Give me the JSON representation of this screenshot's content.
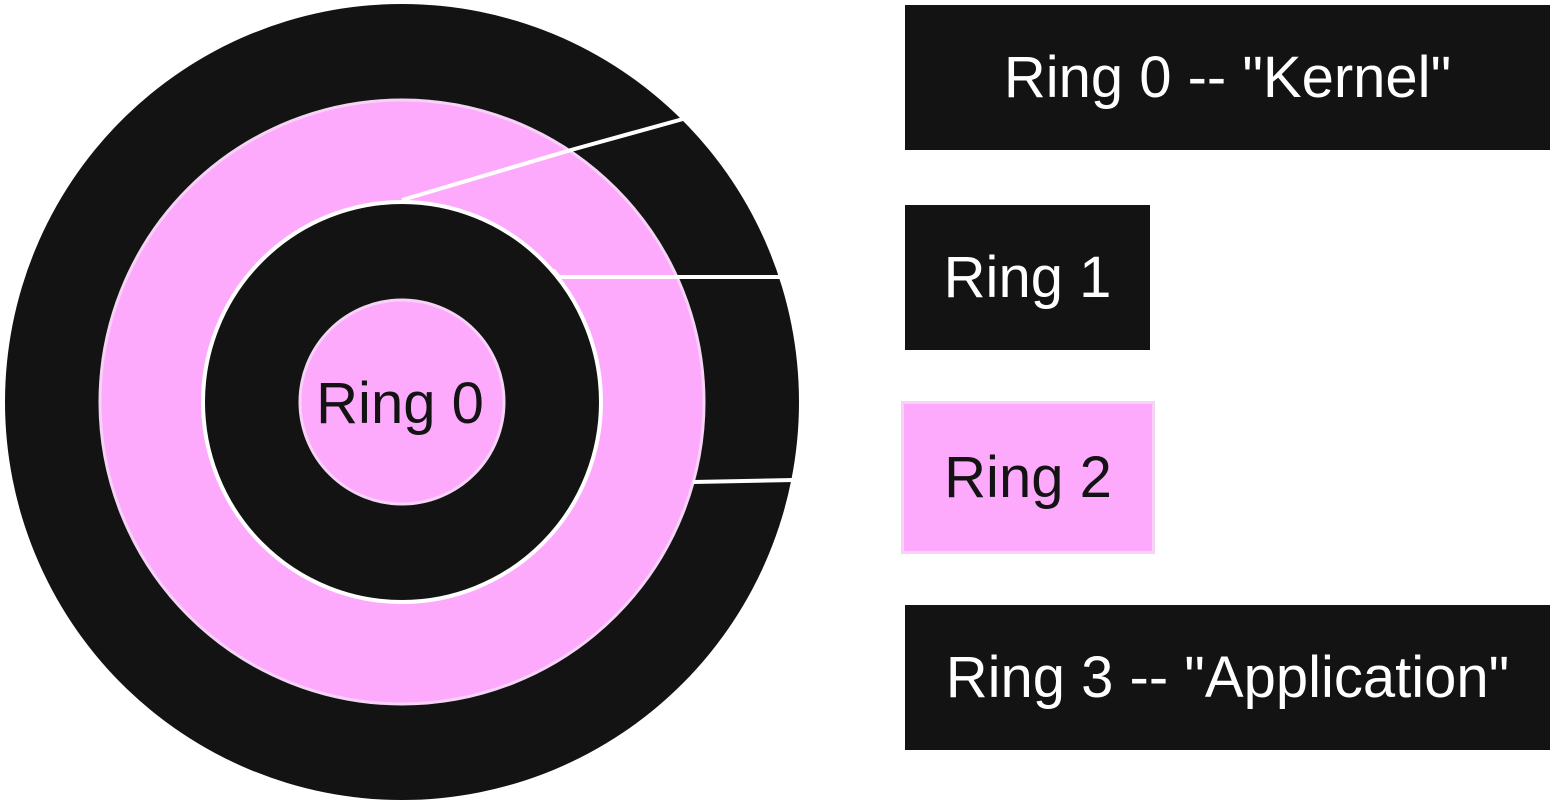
{
  "colors": {
    "dark": "#131313",
    "pink": "#fdaafd",
    "pink_border": "#f6d2f6",
    "line": "#ffffff",
    "text_light": "#ffffff",
    "text_dark": "#131313"
  },
  "rings": {
    "center_label": "Ring 0"
  },
  "legend": {
    "ring0": "Ring 0 -- \"Kernel\"",
    "ring1": "Ring 1",
    "ring2": "Ring 2",
    "ring3": "Ring 3 -- \"Application\""
  }
}
